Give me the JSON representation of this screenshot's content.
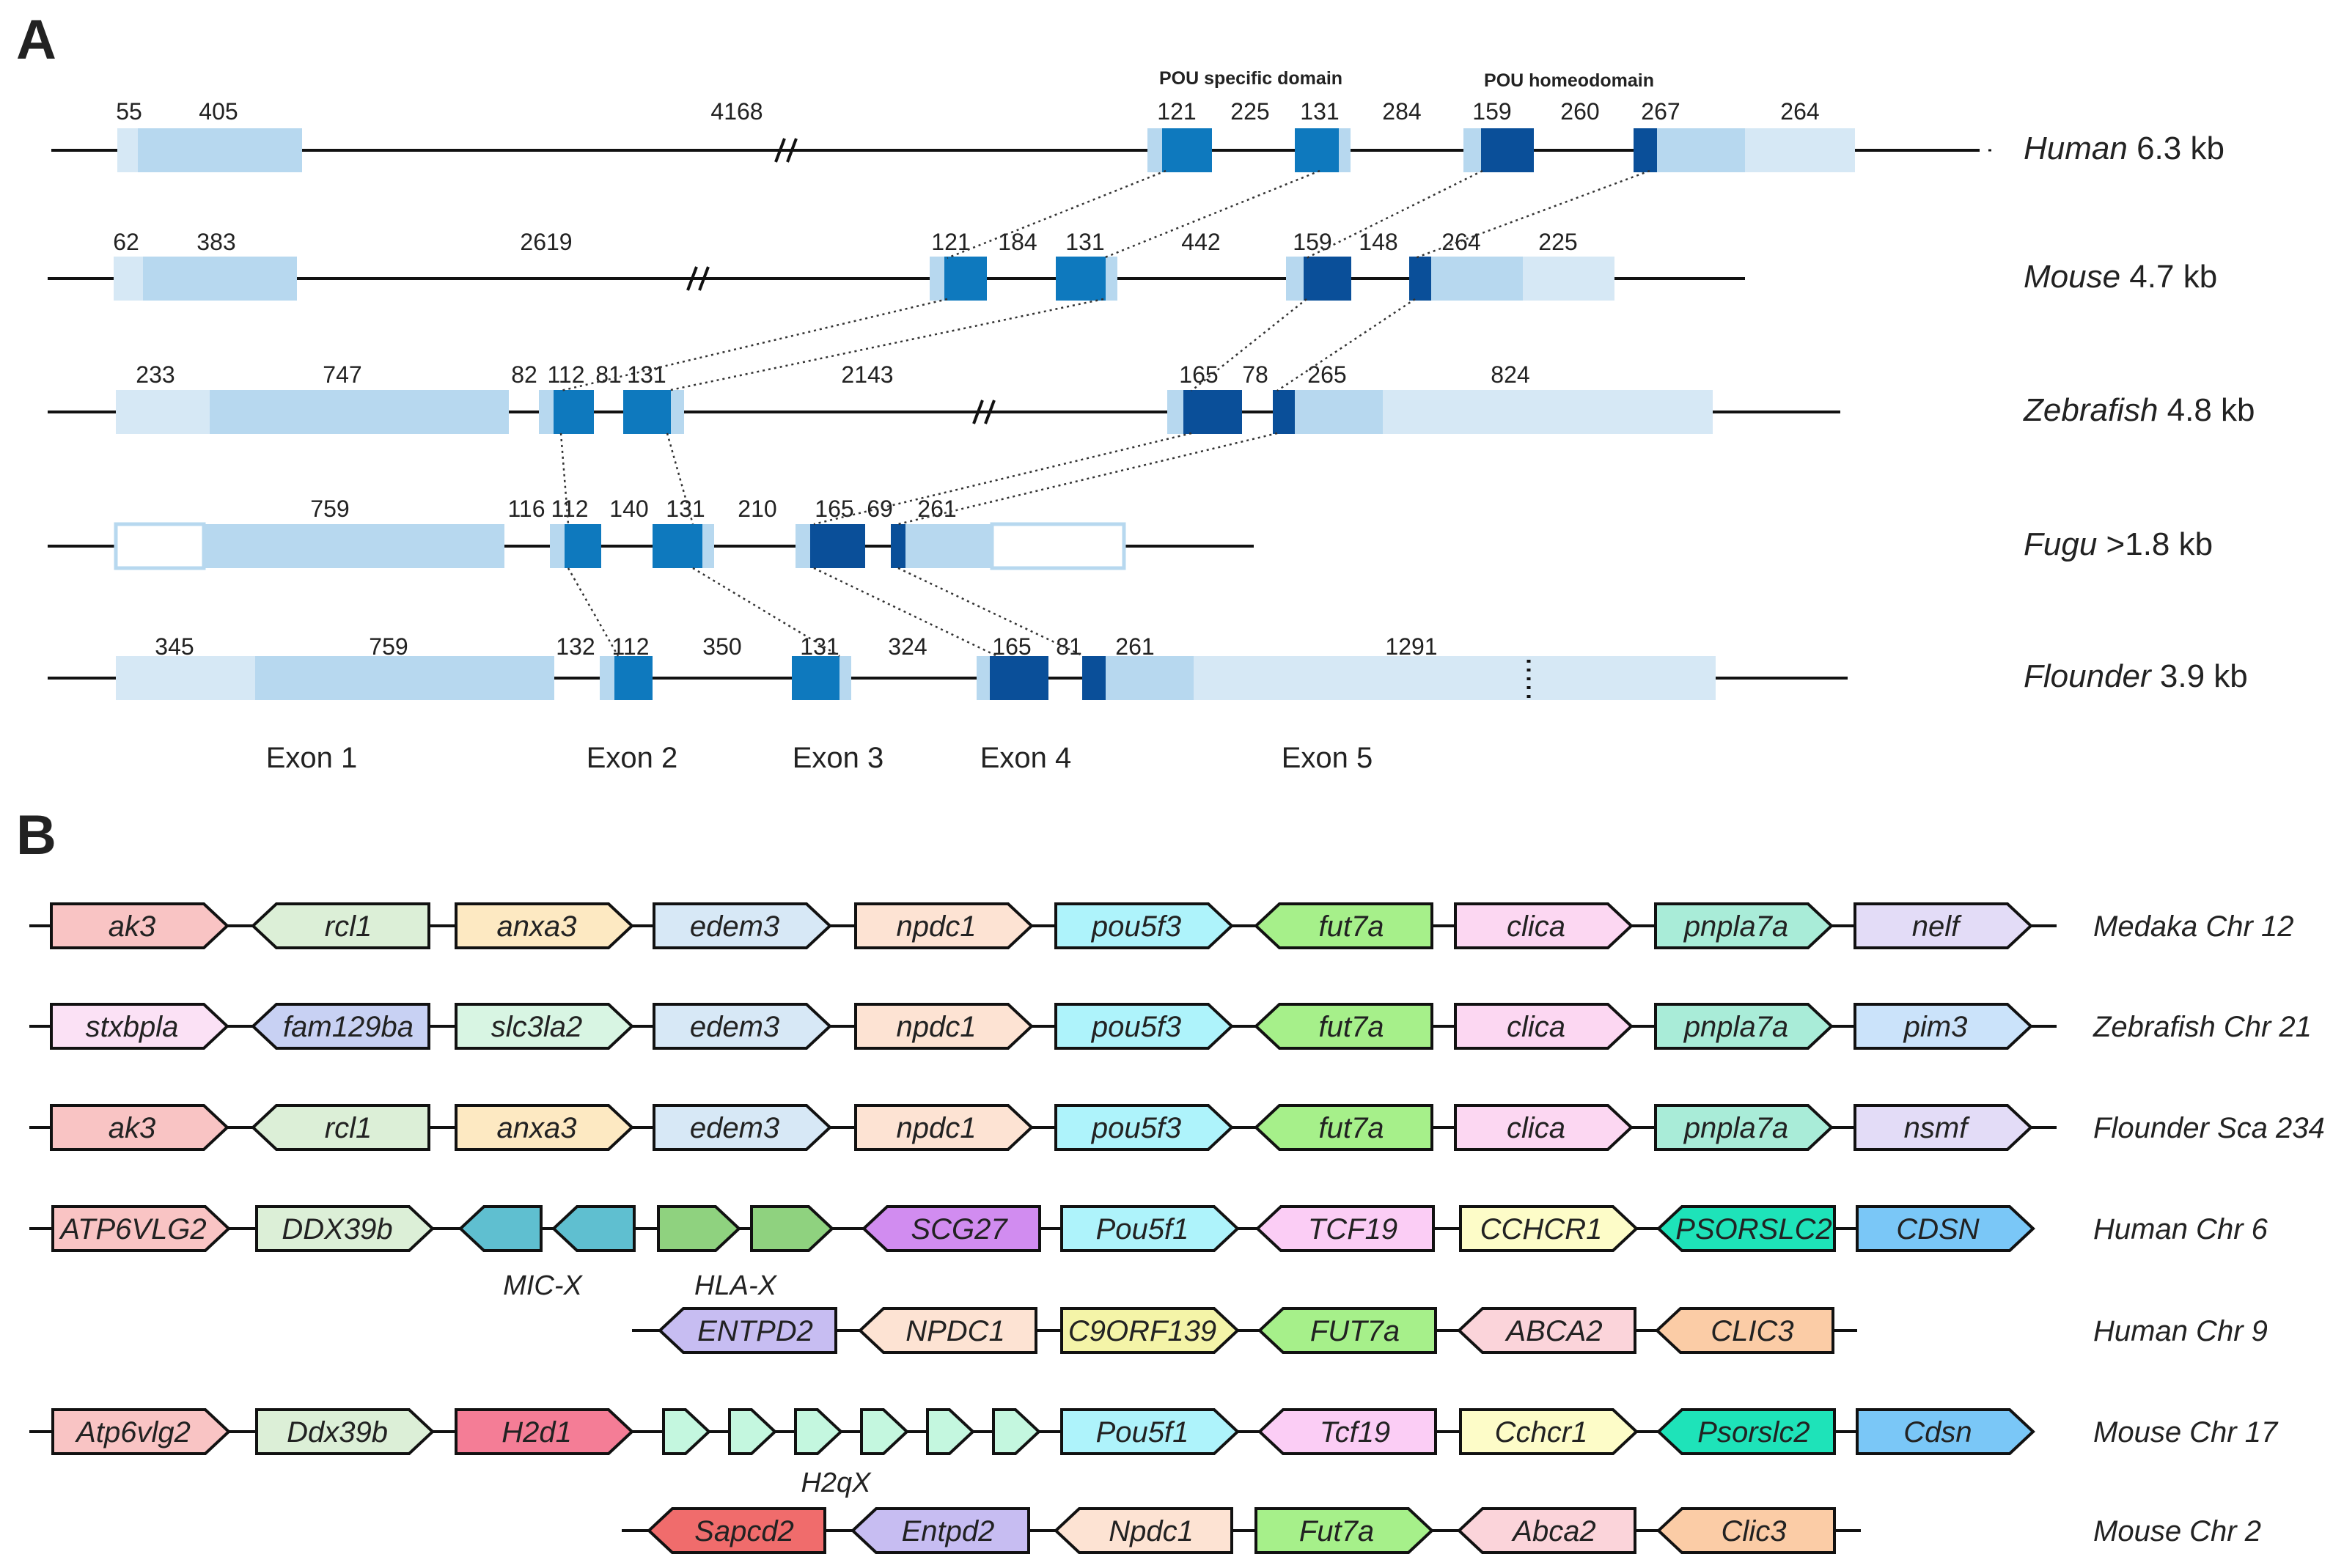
{
  "panel_a": {
    "label": "A",
    "domains": {
      "specific": "POU specific domain",
      "homeo": "POU homeodomain"
    },
    "exon_labels": [
      "Exon 1",
      "Exon 2",
      "Exon 3",
      "Exon 4",
      "Exon 5"
    ],
    "species": [
      {
        "name": "Human",
        "size": "6.3 kb",
        "nums": [
          "55",
          "405",
          "4168",
          "121",
          "225",
          "131",
          "284",
          "159",
          "260",
          "267",
          "264"
        ]
      },
      {
        "name": "Mouse",
        "size": "4.7 kb",
        "nums": [
          "62",
          "383",
          "2619",
          "121",
          "184",
          "131",
          "442",
          "159",
          "148",
          "264",
          "225"
        ]
      },
      {
        "name": "Zebrafish",
        "size": "4.8 kb",
        "nums": [
          "233",
          "747",
          "82",
          "112",
          "81",
          "131",
          "2143",
          "165",
          "78",
          "265",
          "824"
        ]
      },
      {
        "name": "Fugu",
        "size": ">1.8 kb",
        "nums": [
          "759",
          "116",
          "112",
          "140",
          "131",
          "210",
          "165",
          "69",
          "261"
        ]
      },
      {
        "name": "Flounder",
        "size": "3.9 kb",
        "nums": [
          "345",
          "759",
          "132",
          "112",
          "350",
          "131",
          "324",
          "165",
          "81",
          "261",
          "1291"
        ]
      }
    ]
  },
  "panel_b": {
    "label": "B",
    "rows": [
      {
        "label": "Medaka Chr 12",
        "genes": [
          "ak3",
          "rcl1",
          "anxa3",
          "edem3",
          "npdc1",
          "pou5f3",
          "fut7a",
          "clica",
          "pnpla7a",
          "nelf"
        ]
      },
      {
        "label": "Zebrafish Chr 21",
        "genes": [
          "stxbpla",
          "fam129ba",
          "slc3la2",
          "edem3",
          "npdc1",
          "pou5f3",
          "fut7a",
          "clica",
          "pnpla7a",
          "pim3"
        ]
      },
      {
        "label": "Flounder Sca 234",
        "genes": [
          "ak3",
          "rcl1",
          "anxa3",
          "edem3",
          "npdc1",
          "pou5f3",
          "fut7a",
          "clica",
          "pnpla7a",
          "nsmf"
        ]
      },
      {
        "label": "Human Chr 6",
        "genes": [
          "ATP6VLG2",
          "DDX39b",
          "SCG27",
          "Pou5f1",
          "TCF19",
          "CCHCR1",
          "PSORSLC2",
          "CDSN"
        ],
        "cluster_labels": [
          "MIC-X",
          "HLA-X"
        ]
      },
      {
        "label": "Human Chr 9",
        "genes": [
          "ENTPD2",
          "NPDC1",
          "C9ORF139",
          "FUT7a",
          "ABCA2",
          "CLIC3"
        ]
      },
      {
        "label": "Mouse Chr 17",
        "genes": [
          "Atp6vlg2",
          "Ddx39b",
          "H2d1",
          "Pou5f1",
          "Tcf19",
          "Cchcr1",
          "Psorslc2",
          "Cdsn"
        ],
        "cluster_labels": [
          "H2qX"
        ]
      },
      {
        "label": "Mouse Chr 2",
        "genes": [
          "Sapcd2",
          "Entpd2",
          "Npdc1",
          "Fut7a",
          "Abca2",
          "Clic3"
        ]
      }
    ]
  }
}
